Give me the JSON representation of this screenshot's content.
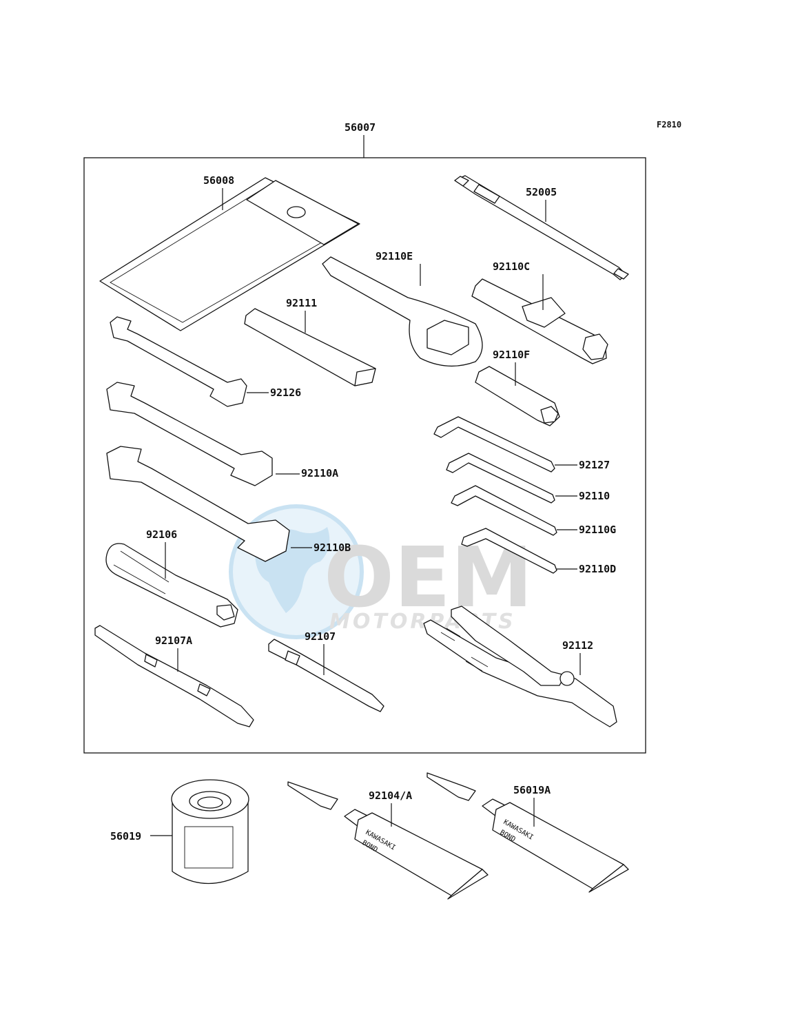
{
  "diagram": {
    "code": "F2810",
    "kit_label": "56007",
    "parts": {
      "p56008": "56008",
      "p52005": "52005",
      "p92110E": "92110E",
      "p92110C": "92110C",
      "p92111": "92111",
      "p92110F": "92110F",
      "p92126": "92126",
      "p92110A": "92110A",
      "p92127": "92127",
      "p92110": "92110",
      "p92110G": "92110G",
      "p92110B": "92110B",
      "p92110D": "92110D",
      "p92106": "92106",
      "p92107A": "92107A",
      "p92107": "92107",
      "p92112": "92112",
      "p56019": "56019",
      "p92104A": "92104/A",
      "p56019A": "56019A"
    },
    "tube_text": {
      "brand": "KAWASAKI",
      "product": "BOND"
    }
  },
  "watermark": {
    "logo": "OEM",
    "subtitle": "MOTORPARTS",
    "colors": {
      "globe": "#9ecbe8",
      "letters": "#bdbdbd",
      "subtitle": "#c8c8c8"
    }
  }
}
